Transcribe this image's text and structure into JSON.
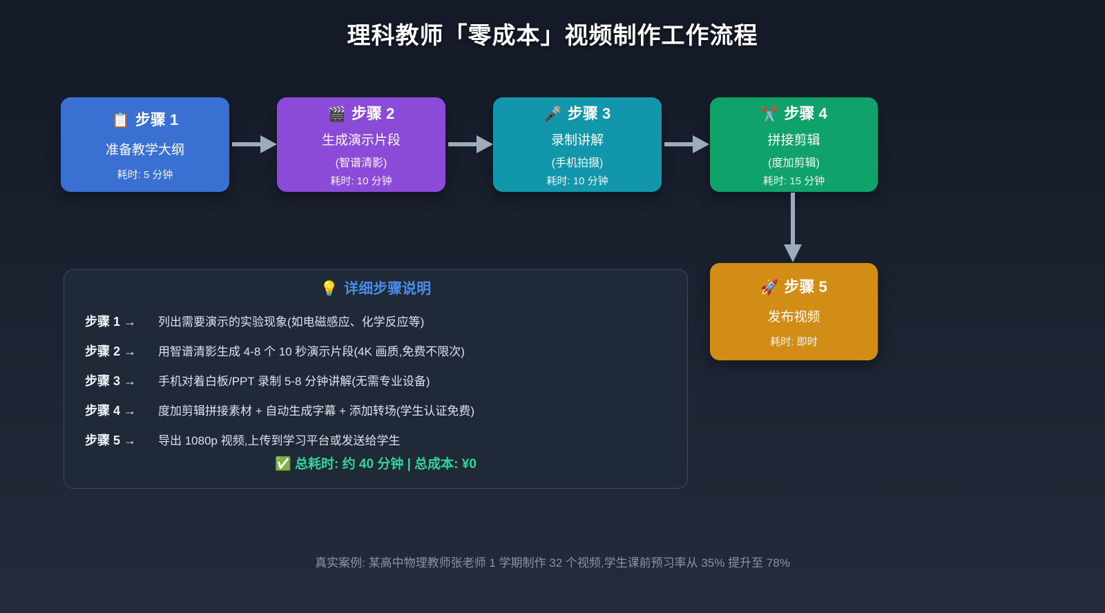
{
  "page": {
    "title": "理科教师「零成本」视频制作工作流程",
    "footer": "真实案例: 某高中物理教师张老师 1 学期制作 32 个视频,学生课前预习率从 35% 提升至 78%"
  },
  "colors": {
    "step1_blue": "#3a70d2",
    "step2_purple": "#8b4ad7",
    "step3_teal": "#1196ab",
    "step4_green": "#10a26b",
    "step5_orange": "#d28d17",
    "arrow_gray": "#9dabbe",
    "panel_title_blue": "#4a8ce8",
    "total_green": "#34d399"
  },
  "steps": [
    {
      "icon": "📋",
      "icon_name": "clipboard-icon",
      "label": "步骤 1",
      "name": "准备教学大纲",
      "tool": "",
      "time": "耗时: 5 分钟",
      "color": "#3a70d2"
    },
    {
      "icon": "🎬",
      "icon_name": "clapperboard-icon",
      "label": "步骤 2",
      "name": "生成演示片段",
      "tool": "(智谱清影)",
      "time": "耗时: 10 分钟",
      "color": "#8b4ad7"
    },
    {
      "icon": "🎤",
      "icon_name": "microphone-icon",
      "label": "步骤 3",
      "name": "录制讲解",
      "tool": "(手机拍摄)",
      "time": "耗时: 10 分钟",
      "color": "#1196ab"
    },
    {
      "icon": "✂️",
      "icon_name": "scissors-icon",
      "label": "步骤 4",
      "name": "拼接剪辑",
      "tool": "(度加剪辑)",
      "time": "耗时: 15 分钟",
      "color": "#10a26b"
    },
    {
      "icon": "🚀",
      "icon_name": "rocket-icon",
      "label": "步骤 5",
      "name": "发布视频",
      "tool": "",
      "time": "耗时: 即时",
      "color": "#d28d17"
    }
  ],
  "details": {
    "icon": "💡",
    "title": "详细步骤说明",
    "items": [
      {
        "label": "步骤 1 →",
        "text": "列出需要演示的实验现象(如电磁感应、化学反应等)"
      },
      {
        "label": "步骤 2 →",
        "text": "用智谱清影生成 4-8 个 10 秒演示片段(4K 画质,免费不限次)"
      },
      {
        "label": "步骤 3 →",
        "text": "手机对着白板/PPT 录制 5-8 分钟讲解(无需专业设备)"
      },
      {
        "label": "步骤 4 →",
        "text": "度加剪辑拼接素材 + 自动生成字幕 + 添加转场(学生认证免费)"
      },
      {
        "label": "步骤 5 →",
        "text": "导出 1080p 视频,上传到学习平台或发送给学生"
      }
    ],
    "total_icon": "✅",
    "total": "总耗时: 约 40 分钟 | 总成本: ¥0"
  }
}
